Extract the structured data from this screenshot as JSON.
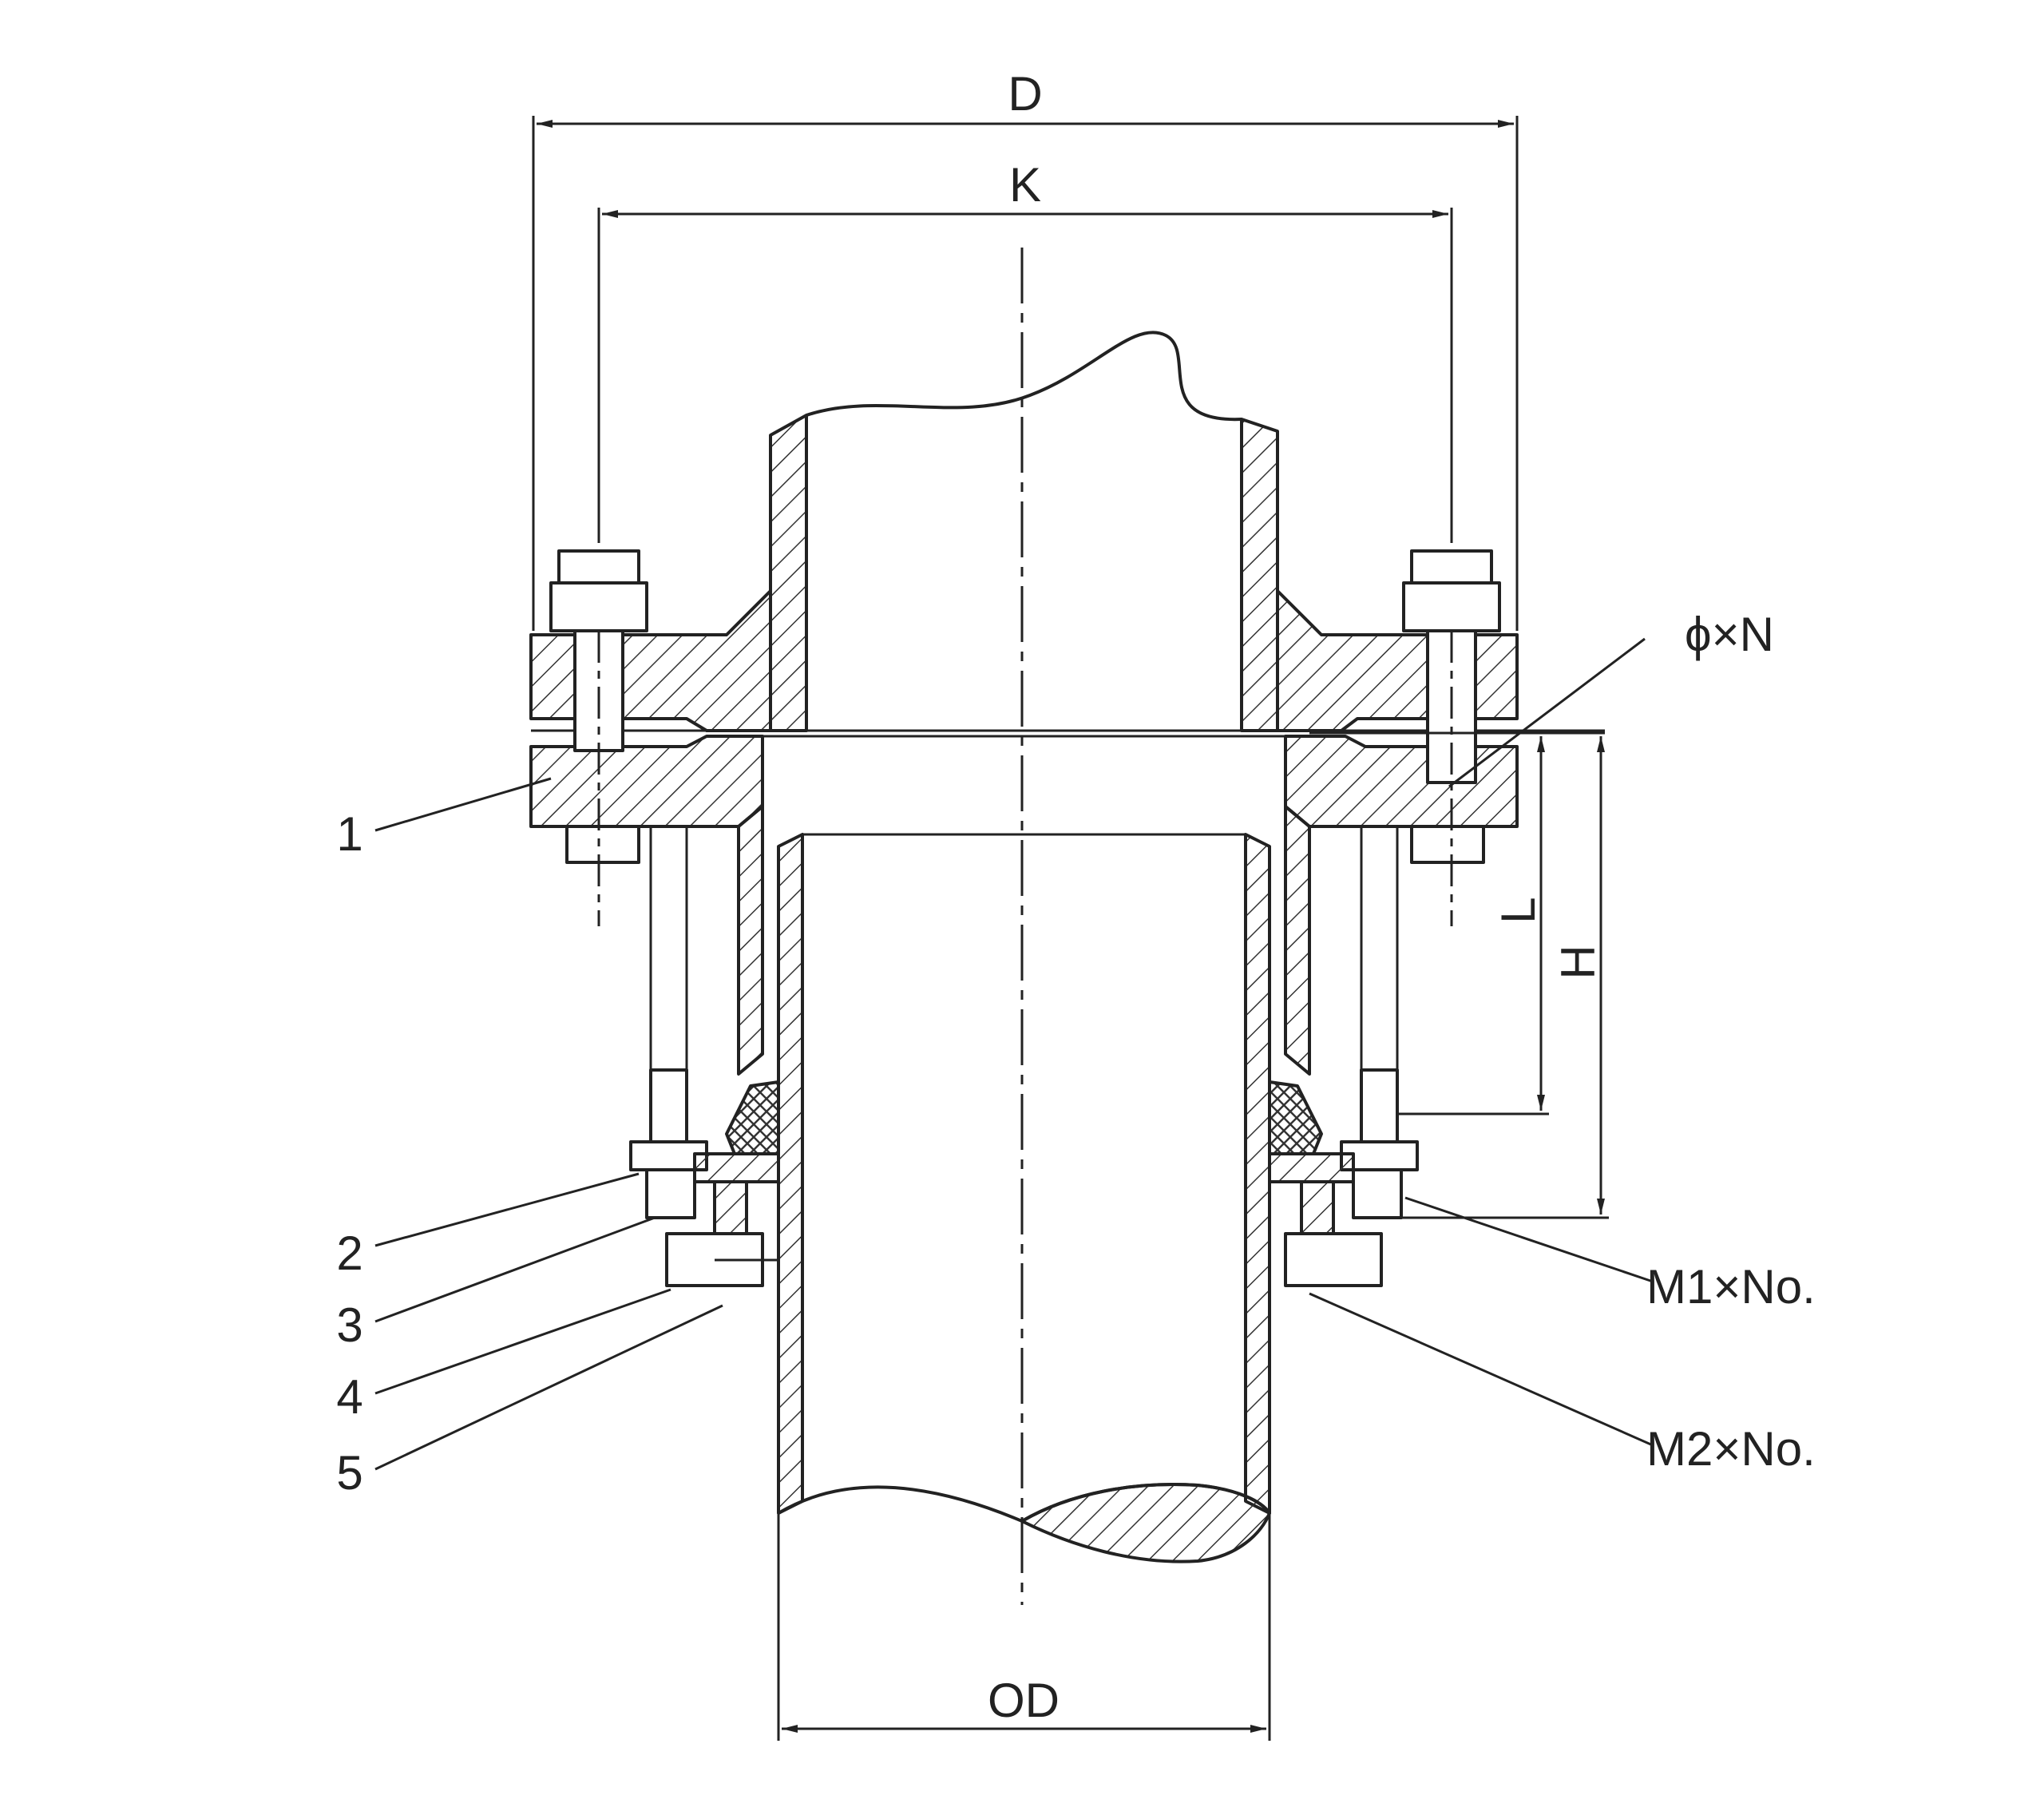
{
  "dimensions": {
    "D": "D",
    "K": "K",
    "OD": "OD",
    "L": "L",
    "H": "H",
    "phiN": "ϕ×N",
    "M1": "M1×No.",
    "M2": "M2×No."
  },
  "callouts": [
    "1",
    "2",
    "3",
    "4",
    "5"
  ],
  "colors": {
    "line": "#222222",
    "background": "#ffffff",
    "hatch": "#333333"
  }
}
